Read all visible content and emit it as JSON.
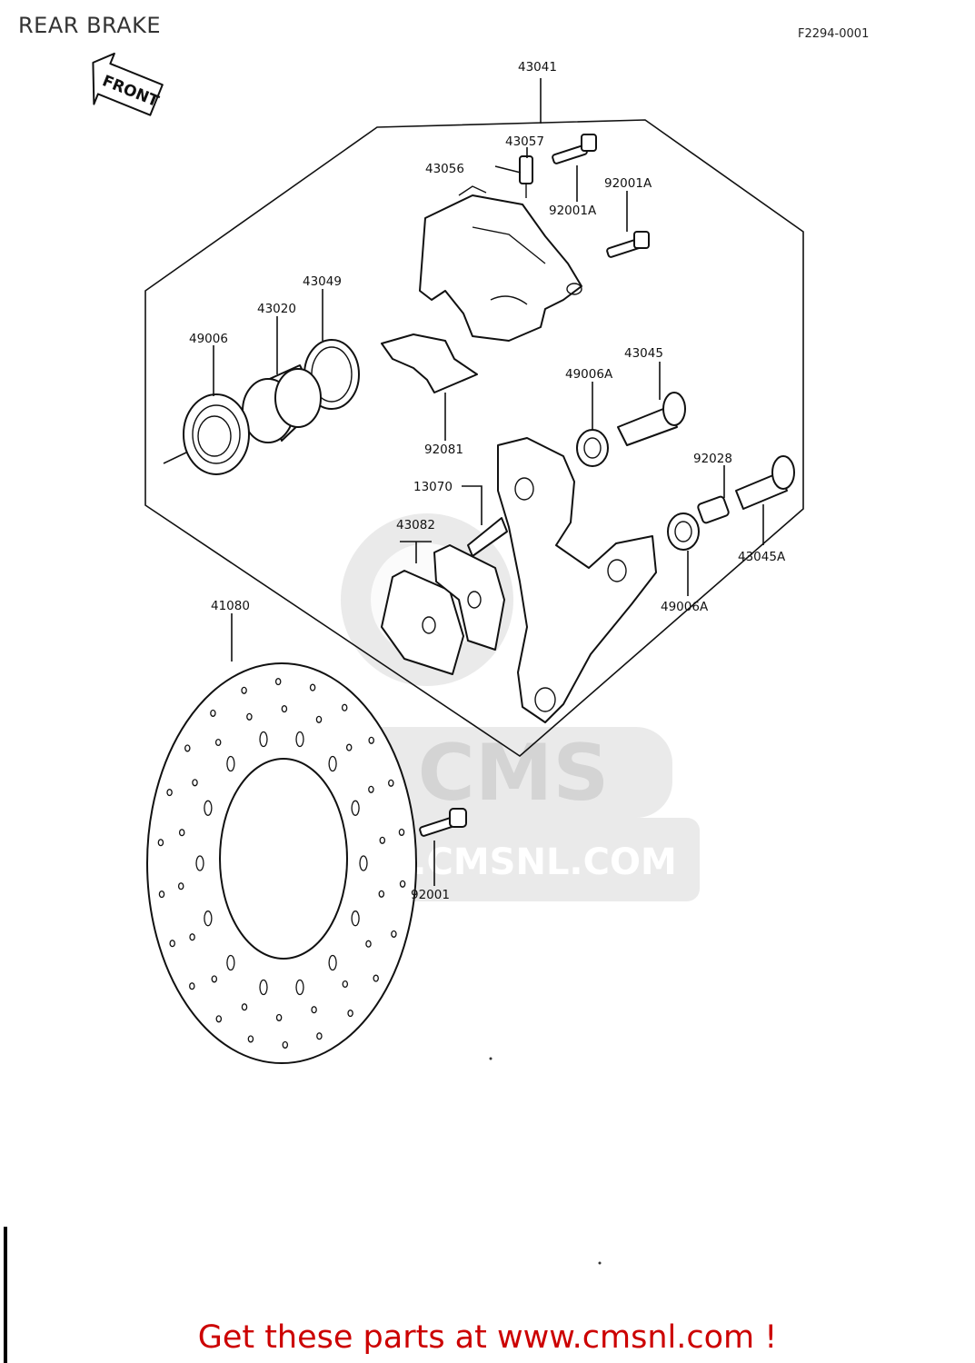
{
  "header": {
    "title": "REAR BRAKE",
    "drawing_code": "F2294-0001"
  },
  "front_arrow": {
    "label": "FRONT"
  },
  "watermark": {
    "brand": "CMS",
    "url": "WWW.CMSNL.COM"
  },
  "parts": [
    {
      "id": "43041"
    },
    {
      "id": "43057"
    },
    {
      "id": "43056"
    },
    {
      "id": "92001A"
    },
    {
      "id": "92001A"
    },
    {
      "id": "43049"
    },
    {
      "id": "43020"
    },
    {
      "id": "49006"
    },
    {
      "id": "43045"
    },
    {
      "id": "49006A"
    },
    {
      "id": "92081"
    },
    {
      "id": "92028"
    },
    {
      "id": "13070"
    },
    {
      "id": "43082"
    },
    {
      "id": "43045A"
    },
    {
      "id": "49006A"
    },
    {
      "id": "41080"
    },
    {
      "id": "92001"
    }
  ],
  "footer": {
    "cta": "Get these parts at www.cmsnl.com !",
    "cta_color": "#cc0000"
  }
}
